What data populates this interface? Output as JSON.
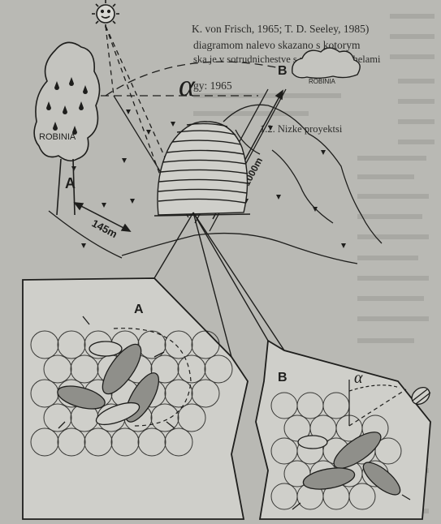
{
  "reference_lines": [
    "K. von Frisch, 1965; T. D. Seeley, 1985)",
    "diagramom nalevo skazano s kotorym",
    "ska je v sotrudnichestve s rabochimi pchelami",
    "gy: 1965"
  ],
  "section_heading": "1.2. Nizke proyektsi",
  "diagram_labels": {
    "sun_label": "",
    "angle_symbol": "α",
    "tree_left_label": "ROBINIA",
    "tree_right_label": "ROBINIA",
    "point_a": "A",
    "point_b": "B",
    "distance_a": "145m",
    "distance_b": "1000m",
    "inset_a": "A",
    "inset_b": "B",
    "inset_b_angle": "α"
  },
  "colors": {
    "background": "#b9b9b4",
    "ink": "#1e1e1c",
    "panel_fill": "#cfcfca"
  }
}
